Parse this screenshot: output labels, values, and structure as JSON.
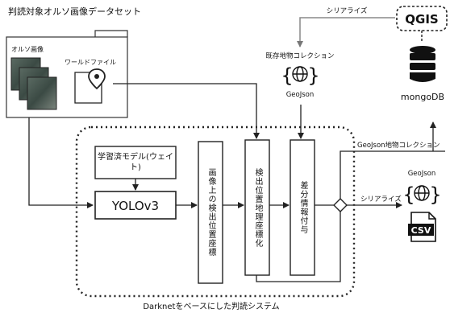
{
  "dataset_title": "判読対象オルソ画像データセット",
  "ortho_label": "オルソ画像",
  "world_file_label": "ワールドファイル",
  "model_label": "学習済モデル(ウェイト)",
  "yolo_label": "YOLOv3",
  "step_image_coords": "画像上の検出位置座標",
  "step_geo_coords": "検出位置地理座標化",
  "step_diff": "差分情報付与",
  "system_label": "Darknetをベースにした判読システム",
  "qgis_label": "QGIS",
  "serialize_top": "シリアライズ",
  "existing_collection": "既存地物コレクション",
  "geojson_label": "GeoJson",
  "mongodb_label": "mongoDB",
  "geojson_collection": "GeoJson地物コレクション",
  "serialize_right": "シリアライズ",
  "geojson_out": "GeoJson",
  "csv_label": "CSV",
  "icons": [
    "globe-icon",
    "location-pin-icon",
    "database-icon",
    "csv-file-icon",
    "curly-braces-icon"
  ]
}
